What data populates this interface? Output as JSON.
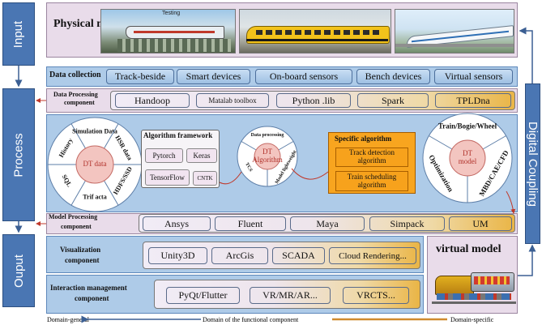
{
  "side": {
    "input": "Input",
    "process": "Process",
    "output": "Ouput",
    "digital_coupling": "Digital Coupling"
  },
  "physical": {
    "title": "Physical model",
    "photo1_caption": "Testing"
  },
  "data_collection": {
    "label": "Data collection",
    "items": [
      "Track-beside",
      "Smart devices",
      "On-board sensors",
      "Bench devices",
      "Virtual sensors"
    ]
  },
  "data_processing": {
    "label_line1": "Data Processing",
    "label_line2": "component",
    "items": [
      "Handoop",
      "Matalab toolbox",
      "Python .lib",
      "Spark",
      "TPLDna"
    ]
  },
  "dt_data": {
    "center": "DT data",
    "segments": [
      "Simulation Data",
      "HSR data",
      "HDFS/SSD",
      "Trif acta",
      "SQL",
      "History"
    ]
  },
  "algorithm_framework": {
    "title": "Algorithm framework",
    "items": [
      "Pytorch",
      "Keras",
      "TensorFlow",
      "CNTK"
    ]
  },
  "dt_algorithm": {
    "center_line1": "DT",
    "center_line2": "Algorithm",
    "segments": [
      "Data processing",
      "Model lightweight",
      "TCS"
    ]
  },
  "specific_algorithm": {
    "title": "Specific algorithm",
    "items": [
      "Track detection algorithm",
      "Train scheduling algorithm"
    ]
  },
  "dt_model": {
    "center_line1": "DT",
    "center_line2": "model",
    "segments": [
      "Train/Bogie/Wheel",
      "MBD/CAE/CFD",
      "Optimization"
    ]
  },
  "model_processing": {
    "label_line1": "Model Processing",
    "label_line2": "component",
    "items": [
      "Ansys",
      "Fluent",
      "Maya",
      "Simpack",
      "UM"
    ]
  },
  "visualization": {
    "label_line1": "Visualization",
    "label_line2": "component",
    "items": [
      "Unity3D",
      "ArcGis",
      "SCADA",
      "Cloud Rendering..."
    ]
  },
  "interaction": {
    "label_line1": "Interaction management",
    "label_line2": "component",
    "items": [
      "PyQt/Flutter",
      "VR/MR/AR...",
      "VRCTS..."
    ]
  },
  "virtual_model": {
    "title": "virtual model"
  },
  "domain_axis": {
    "left": "Domain-general",
    "center": "Domain of the functional component",
    "right": "Domain-specific"
  },
  "colors": {
    "side_blue": "#4a76b3",
    "panel_blue": "#aecbe8",
    "panel_purple": "#e9dcea",
    "accent_orange": "#f7a21c"
  }
}
